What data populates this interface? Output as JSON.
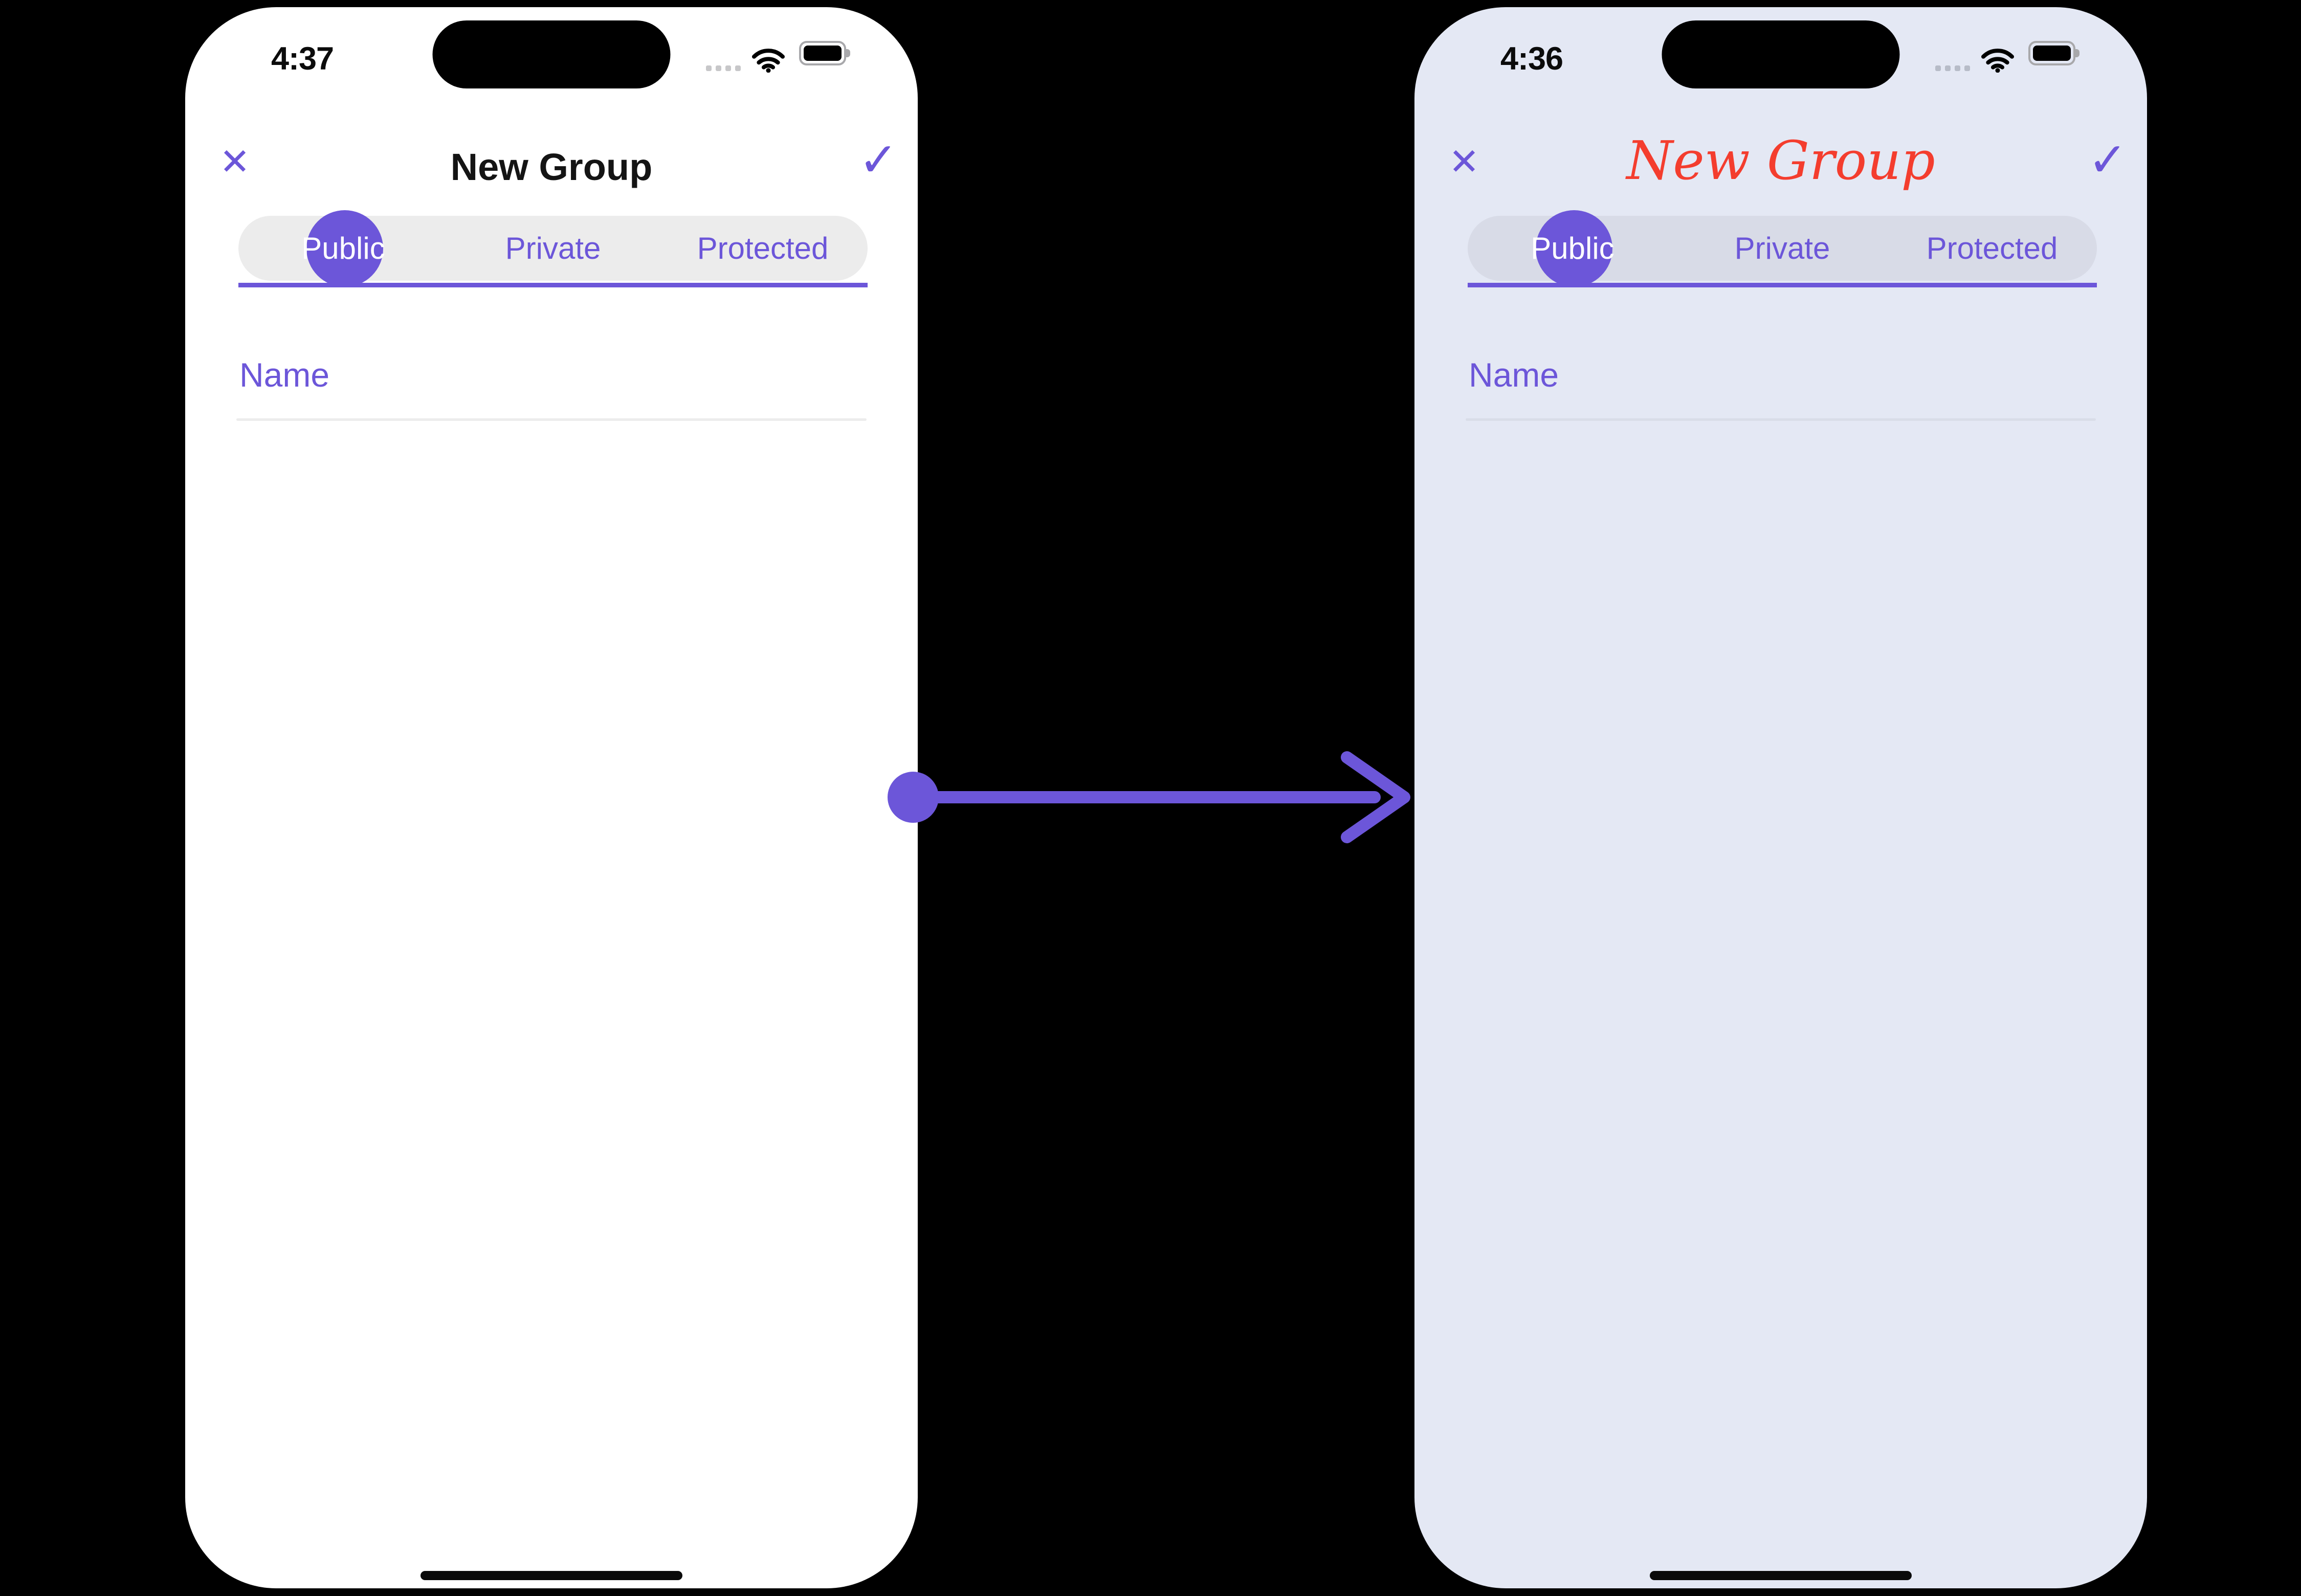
{
  "colors": {
    "accent": "#6c56d9",
    "changed_title": "#f43d2e",
    "phone_before_bg": "#ffffff",
    "phone_after_bg": "#e4e8f4",
    "pill_before_bg": "#ececec",
    "pill_after_bg": "#d8dbe7",
    "field_line_before": "#ececec",
    "field_line_after": "#d9dde8"
  },
  "before": {
    "status": {
      "time": "4:37"
    },
    "nav": {
      "close_icon": "✕",
      "title": "New Group",
      "confirm_icon": "✓"
    },
    "tabs": [
      {
        "label": "Public",
        "selected": true
      },
      {
        "label": "Private",
        "selected": false
      },
      {
        "label": "Protected",
        "selected": false
      }
    ],
    "form": {
      "name_placeholder": "Name"
    }
  },
  "after": {
    "status": {
      "time": "4:36"
    },
    "nav": {
      "close_icon": "✕",
      "title": "New Group",
      "confirm_icon": "✓"
    },
    "tabs": [
      {
        "label": "Public",
        "selected": true
      },
      {
        "label": "Private",
        "selected": false
      },
      {
        "label": "Protected",
        "selected": false
      }
    ],
    "form": {
      "name_placeholder": "Name"
    }
  }
}
